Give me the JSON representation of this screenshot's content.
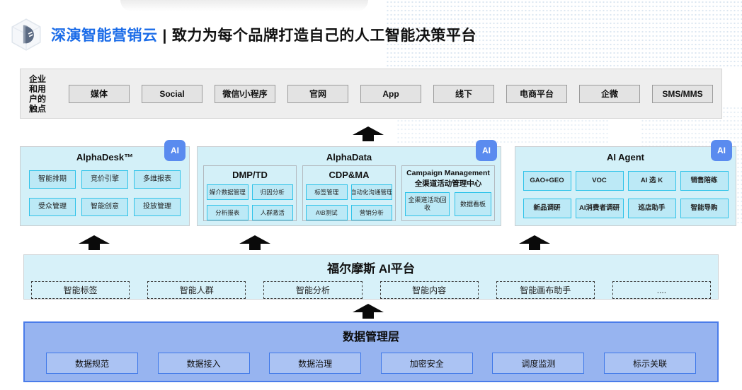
{
  "header": {
    "brand": "深演智能营销云",
    "divider": "|",
    "tagline": "致力为每个品牌打造自己的人工智能决策平台"
  },
  "touchpoints": {
    "label_lines": [
      "企业",
      "和用",
      "户的",
      "触点"
    ],
    "items": [
      "媒体",
      "Social",
      "微信\\小程序",
      "官网",
      "App",
      "线下",
      "电商平台",
      "企微",
      "SMS/MMS"
    ]
  },
  "panels": {
    "ai_badge": "AI",
    "alphadesk": {
      "title": "AlphaDesk™",
      "items": [
        "智能排期",
        "竞价引擎",
        "多维报表",
        "受众管理",
        "智能创意",
        "投放管理"
      ]
    },
    "alphadata": {
      "title": "AlphaData",
      "dmp": {
        "title": "DMP/TD",
        "items": [
          "媒介数据管理",
          "归因分析",
          "分析报表",
          "人群激活"
        ]
      },
      "cdp": {
        "title": "CDP&MA",
        "items": [
          "标签管理",
          "自动化沟通管理",
          "A\\B测试",
          "营销分析"
        ]
      },
      "campaign": {
        "title_en": "Campaign Management",
        "title_zh": "全渠道活动管理中心",
        "items": [
          "全渠道活动回收",
          "数据看板"
        ]
      }
    },
    "aiagent": {
      "title": "AI Agent",
      "items": [
        "GAO+GEO",
        "VOC",
        "AI 选 K",
        "销售陪练",
        "新品调研",
        "AI消费者调研",
        "巡店助手",
        "智能导购"
      ]
    }
  },
  "formos": {
    "title": "福尔摩斯 AI平台",
    "items": [
      "智能标签",
      "智能人群",
      "智能分析",
      "智能内容",
      "智能画布助手",
      "...."
    ]
  },
  "datalayer": {
    "title": "数据管理层",
    "items": [
      "数据规范",
      "数据接入",
      "数据治理",
      "加密安全",
      "调度监测",
      "标示关联"
    ]
  },
  "colors": {
    "brand_blue": "#1b6ce8",
    "badge_blue": "#5a8bef",
    "panel_cyan_bg": "#d3f0f8",
    "item_cyan_bg": "#bce9f6",
    "item_cyan_border": "#2fc3e9",
    "formos_bg": "#d7f1f9",
    "datalayer_bg": "#97b4f0",
    "datalayer_border": "#4a7ce9",
    "arrow_black": "#0a0a0a"
  }
}
